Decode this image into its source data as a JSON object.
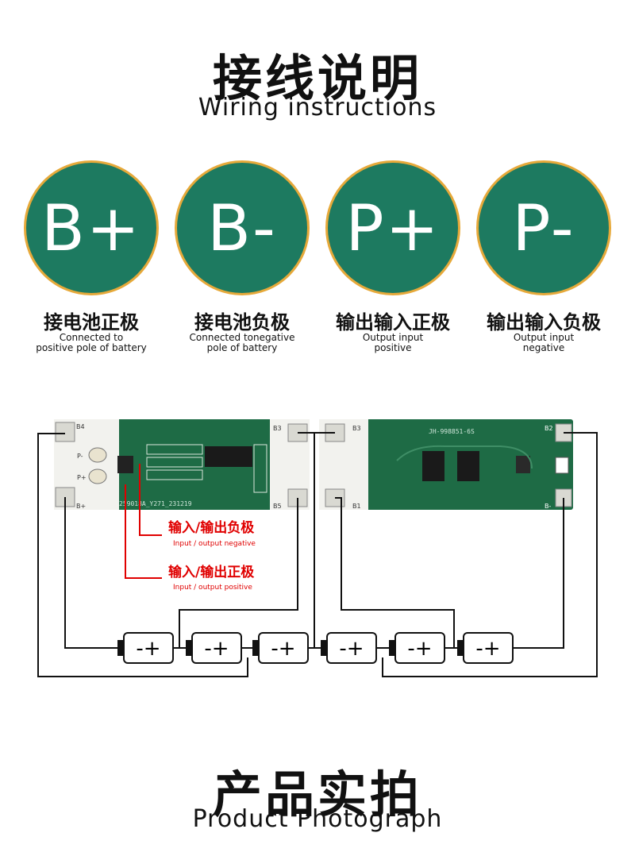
{
  "header": {
    "title_cn": "接线说明",
    "title_en": "Wiring instructions"
  },
  "terminals": [
    {
      "symbol": "B+",
      "label_cn": "接电池正极",
      "label_en_1": "Connected to",
      "label_en_2": "positive pole of battery"
    },
    {
      "symbol": "B-",
      "label_cn": "接电池负极",
      "label_en_1": "Connected tonegative",
      "label_en_2": "pole of battery"
    },
    {
      "symbol": "P+",
      "label_cn": "输出输入正极",
      "label_en_1": "Output input",
      "label_en_2": "positive"
    },
    {
      "symbol": "P-",
      "label_cn": "输出输入负极",
      "label_en_1": "Output input",
      "label_en_2": "negative"
    }
  ],
  "diagram": {
    "left_board": {
      "pads": [
        "B4",
        "B3",
        "B+",
        "B5",
        "P-",
        "P+"
      ],
      "silkscreen": "259018A_Y271_231219"
    },
    "right_board": {
      "pads": [
        "B3",
        "B2",
        "B1",
        "B-"
      ],
      "silkscreen": "JH-998851-6S"
    },
    "annotations": [
      {
        "cn": "输入/输出负极",
        "en": "Input / output negative"
      },
      {
        "cn": "输入/输出正极",
        "en": "Input / output positive"
      }
    ],
    "cells": [
      "-+",
      "-+",
      "-+",
      "-+",
      "-+",
      "-+"
    ]
  },
  "footer": {
    "title_cn": "产品实拍",
    "title_en": "Product Photograph"
  },
  "colors": {
    "terminal_fill": "#1d7a60",
    "terminal_ring": "#e6a93a",
    "pcb": "#1e6b45",
    "annotation": "#e00000"
  }
}
